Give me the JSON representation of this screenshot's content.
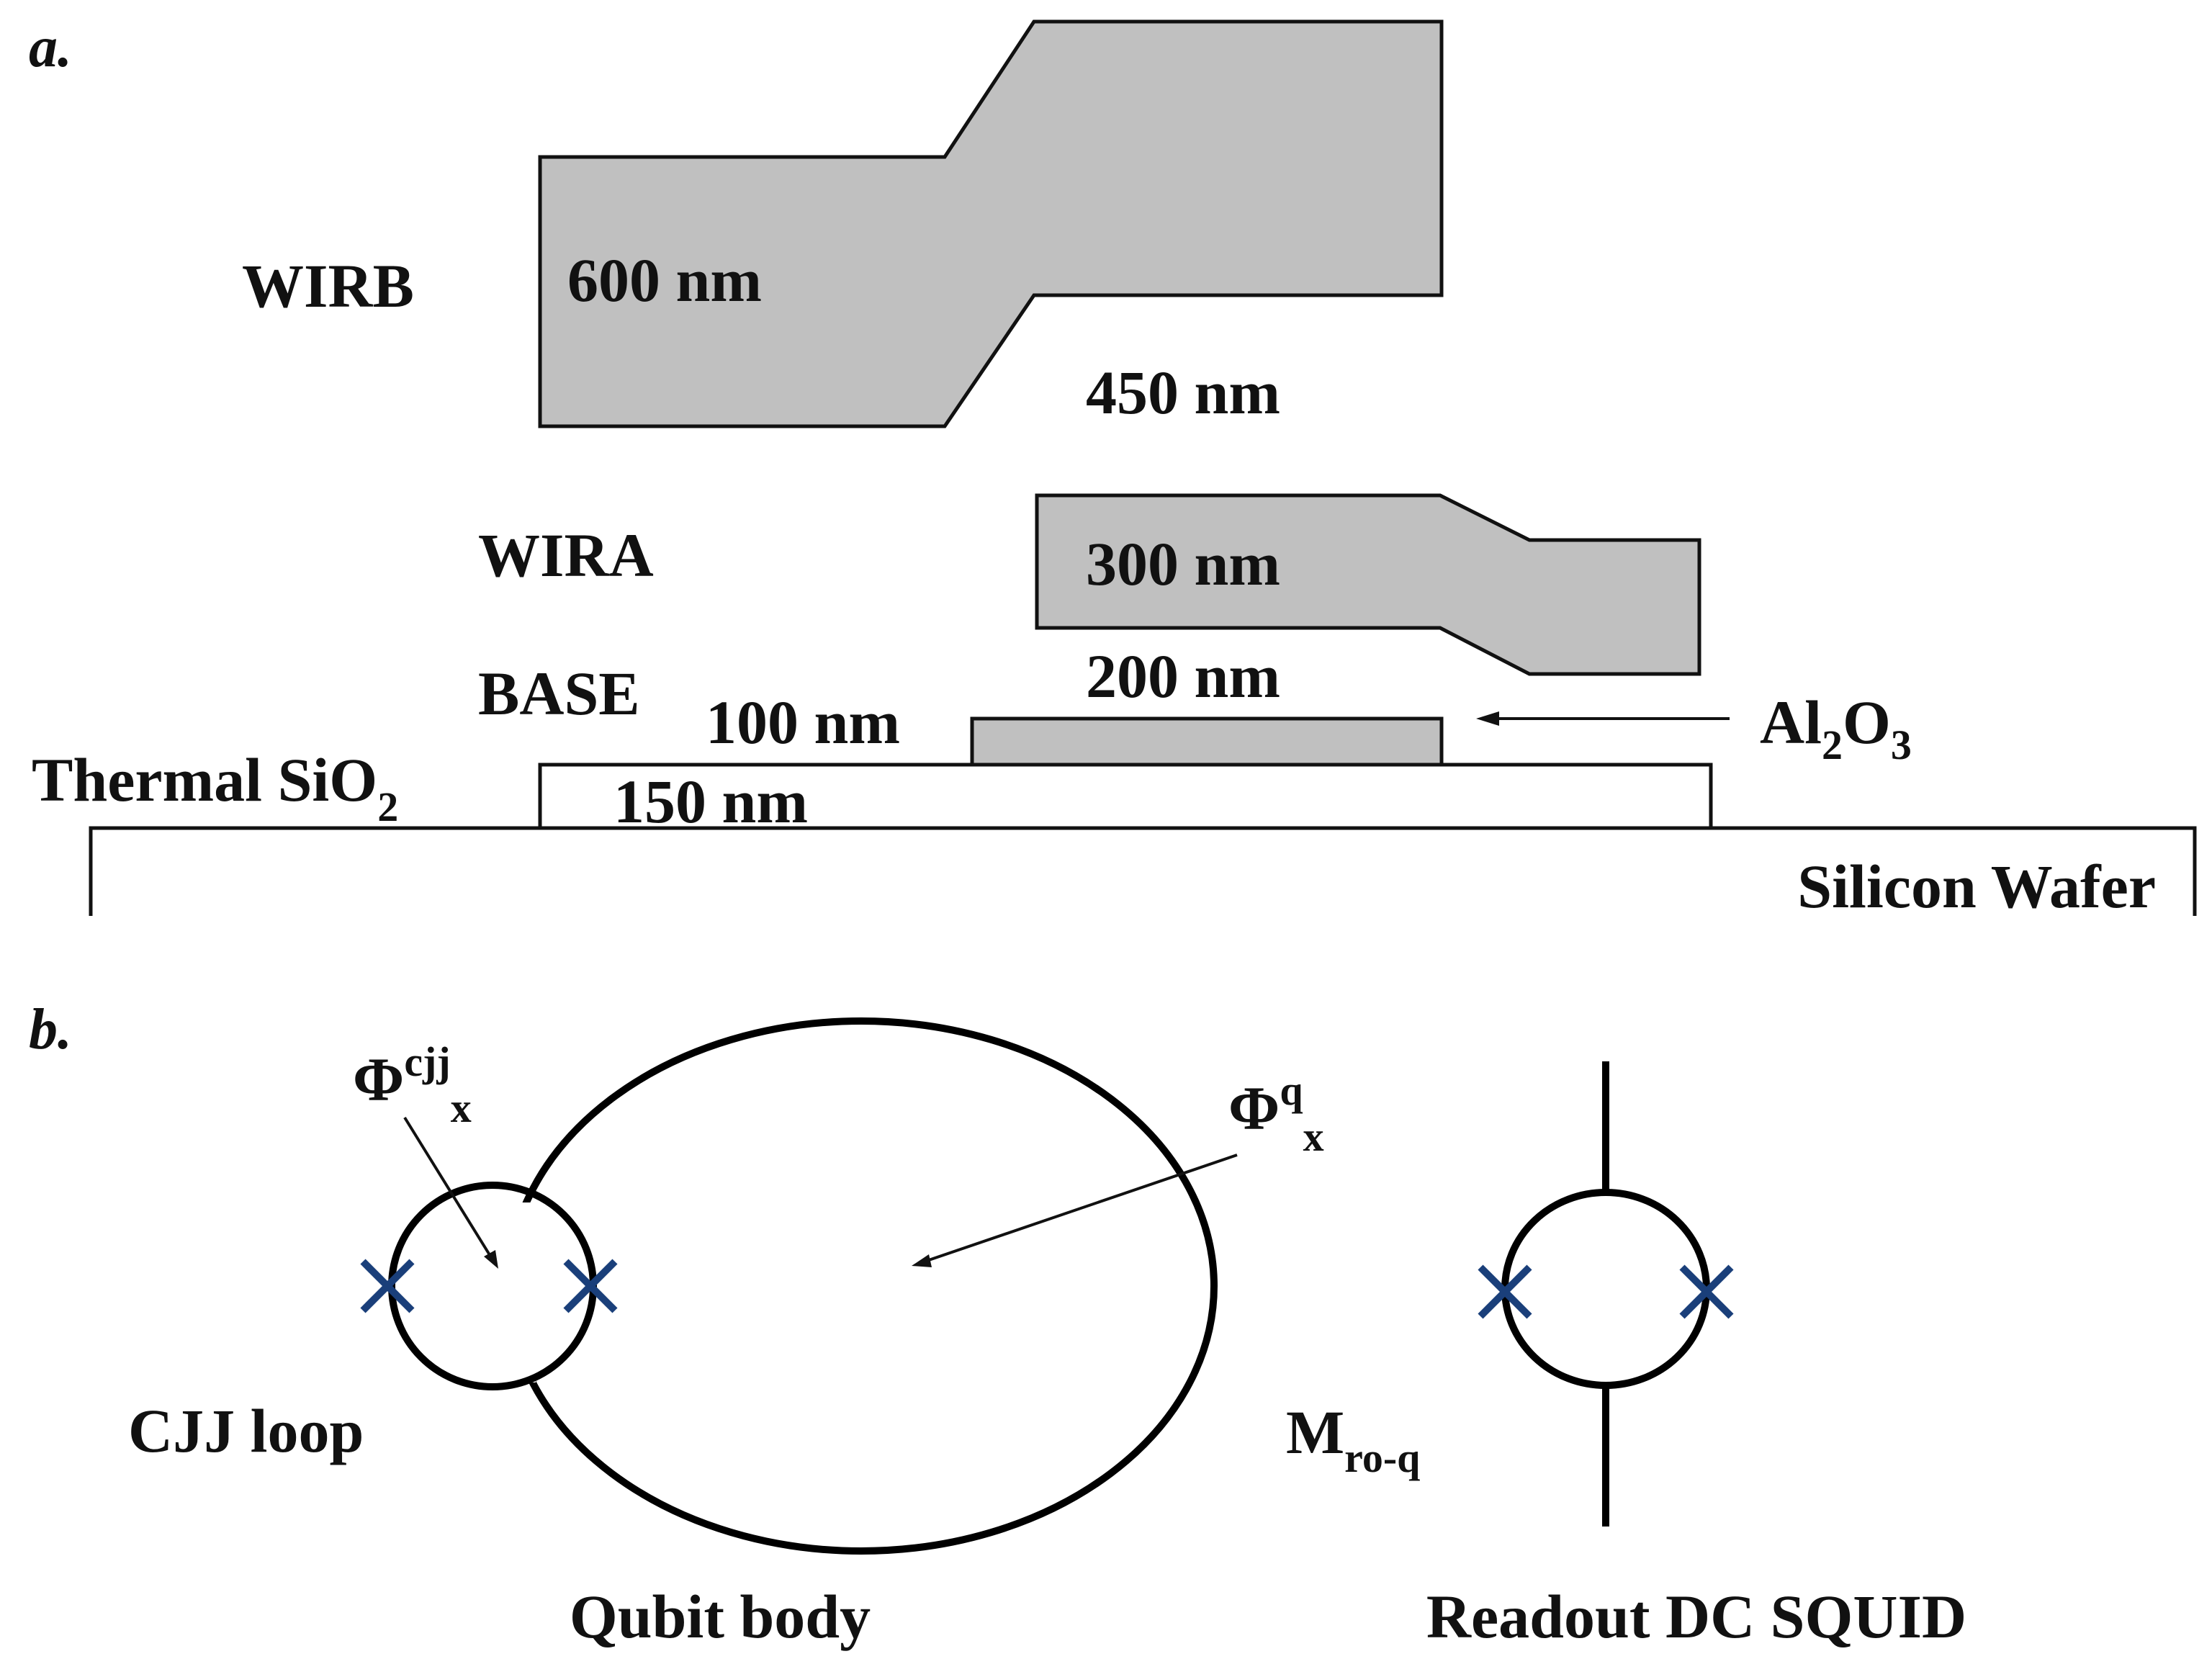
{
  "panel_a": {
    "label": "a.",
    "wirb_label": "WIRB",
    "wirb_thick_1": "600 nm",
    "wirb_thick_2": "450 nm",
    "wira_label": "WIRA",
    "wira_thick": "300 nm",
    "base_label": "BASE",
    "base_thick_1": "200 nm",
    "base_thick_2": "100 nm",
    "alox": {
      "main": "Al",
      "sub1": "2",
      "mid": "O",
      "sub2": "3"
    },
    "sio2": {
      "main": "Thermal SiO",
      "sub": "2"
    },
    "sio2_thick": "150 nm",
    "wafer_label": "Silicon Wafer",
    "colors": {
      "metal_fill": "#c0c0c0",
      "outline": "#111111"
    }
  },
  "panel_b": {
    "label": "b.",
    "phi_cjj": {
      "main": "Φ",
      "sup": "cjj",
      "sub": "x"
    },
    "phi_q": {
      "main": "Φ",
      "sup": "q",
      "sub": "x"
    },
    "cjj_loop_label": "CJJ loop",
    "mroq": {
      "main": "M",
      "sub": "ro-q"
    },
    "qubit_body_label": "Qubit body",
    "squid_label": "Readout DC SQUID",
    "colors": {
      "junction": "#1a3f7a",
      "loop": "#000000"
    }
  }
}
